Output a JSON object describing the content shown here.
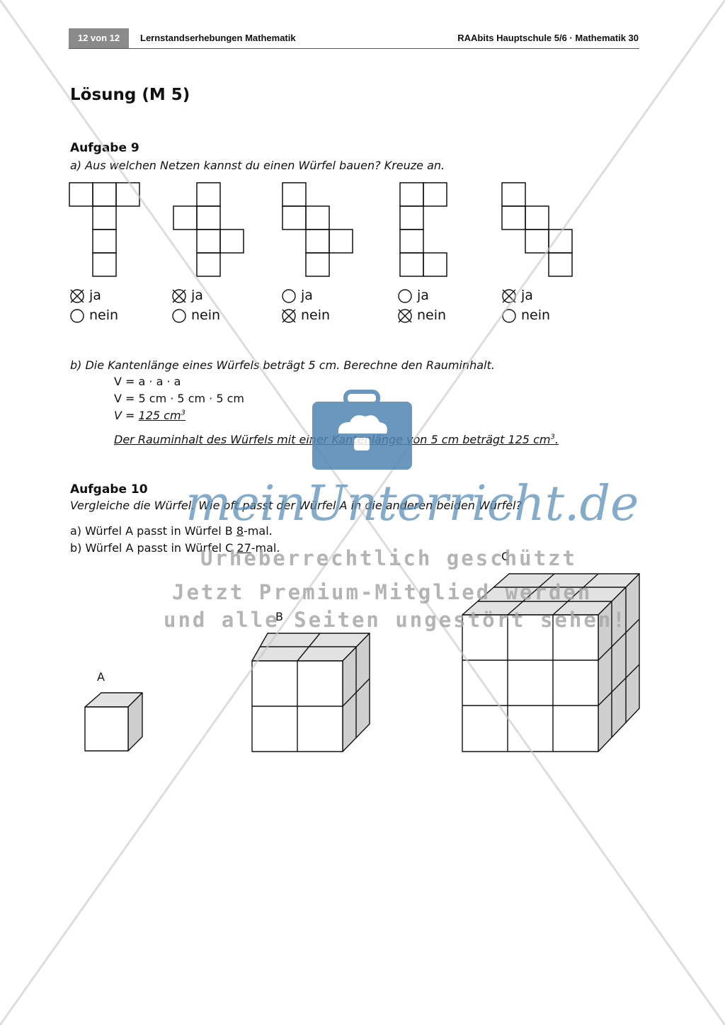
{
  "header": {
    "page": "12 von 12",
    "left_title": "Lernstandserhebungen Mathematik",
    "right_title": "RAAbits Hauptschule 5/6 · Mathematik 30"
  },
  "title": "Lösung (M 5)",
  "task9": {
    "heading": "Aufgabe 9",
    "question_a": "a) Aus welchen Netzen kannst du einen Würfel bauen? Kreuze an.",
    "yes_label": "ja",
    "no_label": "nein",
    "answers": [
      "ja",
      "ja",
      "nein",
      "nein",
      "ja"
    ],
    "question_b": "b) Die Kantenlänge eines Würfels beträgt 5 cm. Berechne den Rauminhalt.",
    "line1": "V = a · a · a",
    "line2": "V = 5 cm · 5 cm · 5 cm",
    "line3_prefix": "V = ",
    "line3_value": "125 cm",
    "sup": "3",
    "answer_sentence": "Der Rauminhalt des Würfels mit einer Kantenlänge von 5 cm beträgt 125 cm",
    "answer_end": "."
  },
  "task10": {
    "heading": "Aufgabe 10",
    "question": "Vergleiche die Würfel. Wie oft passt der Würfel A in die anderen beiden Würfel?",
    "a_prefix": "a)  Würfel A passt in Würfel B ",
    "a_value": "8",
    "a_suffix": "-mal.",
    "b_prefix": "b)  Würfel A passt in Würfel C ",
    "b_value": "27",
    "b_suffix": "-mal.",
    "cube_a": "A",
    "cube_b": "B",
    "cube_c": "C"
  },
  "watermark": {
    "logo": "meinUnterricht.de",
    "line1": "Urheberrechtlich geschützt",
    "line2": "Jetzt Premium-Mitglied werden",
    "line3": "und alle Seiten ungestört sehen!"
  },
  "colors": {
    "logo_blue": "#4f86b3",
    "header_gray": "#8a8a8a",
    "cube_top": "#e2e2e2",
    "cube_side": "#cfcfcf"
  }
}
